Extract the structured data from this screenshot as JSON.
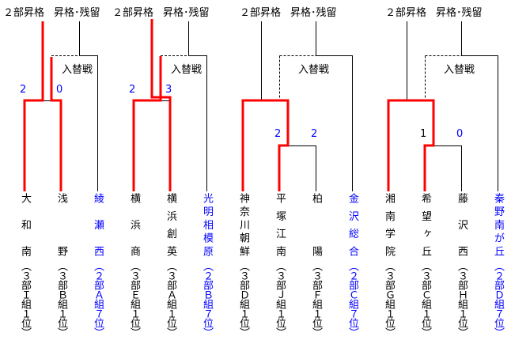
{
  "headers": {
    "promote": "２部昇格",
    "stay": "昇格･残留",
    "playoff": "入替戦"
  },
  "colors": {
    "winner_line": "#ff0000",
    "line": "#000000",
    "score": "#0000ff",
    "div2_team": "#0000ff",
    "div3_team": "#000000"
  },
  "blocks": [
    {
      "scores": [
        "2",
        "0"
      ],
      "teams": [
        {
          "name": "大和南",
          "group": "（３部Ｉ組１位）",
          "division": 3
        },
        {
          "name": "浅野",
          "group": "（３部Ｂ組１位）",
          "division": 3
        },
        {
          "name": "綾瀬西",
          "group": "（２部Ａ組７位）",
          "division": 2
        }
      ]
    },
    {
      "scores": [
        "2",
        "3"
      ],
      "teams": [
        {
          "name": "横浜商",
          "group": "（３部Ｅ組１位）",
          "division": 3
        },
        {
          "name": "横浜創英",
          "group": "（３部Ａ組１位）",
          "division": 3
        },
        {
          "name": "光明相模原",
          "group": "（２部Ｂ組７位）",
          "division": 2
        }
      ]
    },
    {
      "scores": [
        "2",
        "2"
      ],
      "teams": [
        {
          "name": "神奈川朝鮮",
          "group": "（３部Ｄ組１位）",
          "division": 3
        },
        {
          "name": "平塚江南",
          "group": "（３部Ｊ組１位）",
          "division": 3
        },
        {
          "name": "柏陽",
          "group": "（３部Ｆ組１位）",
          "division": 3
        },
        {
          "name": "金沢総合",
          "group": "（２部Ｃ組７位）",
          "division": 2
        }
      ]
    },
    {
      "scores": [
        "1",
        "0"
      ],
      "teams": [
        {
          "name": "湘南学院",
          "group": "（３部Ｇ組１位）",
          "division": 3
        },
        {
          "name": "希望ヶ丘",
          "group": "（３部Ｃ組１位）",
          "division": 3
        },
        {
          "name": "藤沢西",
          "group": "（３部Ｈ組１位）",
          "division": 3
        },
        {
          "name": "秦野南が丘",
          "group": "（２部Ｄ組７位）",
          "division": 2
        }
      ]
    }
  ]
}
